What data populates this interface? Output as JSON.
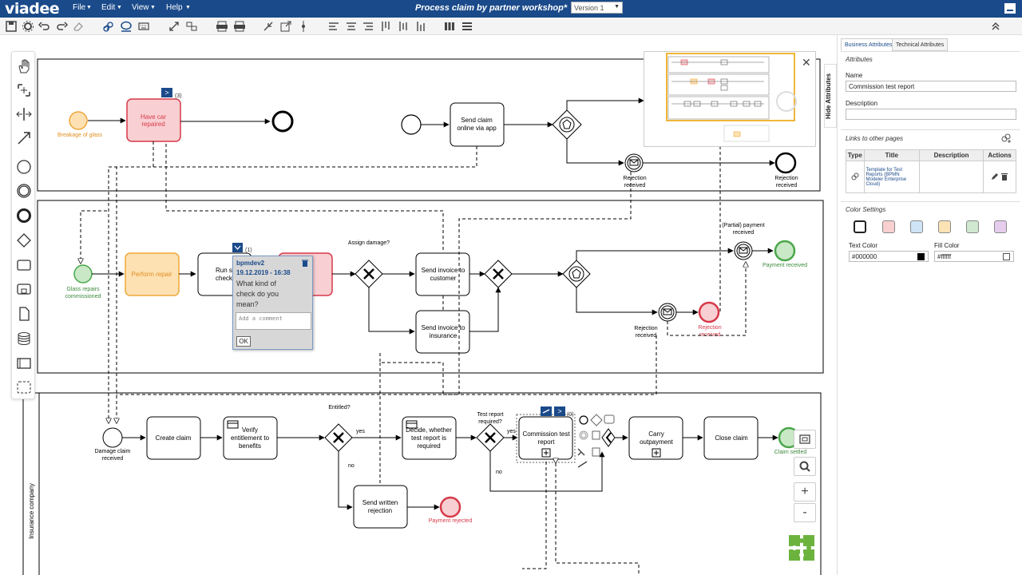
{
  "app": {
    "logo": "viadee",
    "title": "Process claim by partner workshop*",
    "version": "Version 1",
    "menu": [
      "File",
      "Edit",
      "View",
      "Help"
    ]
  },
  "toolbar_icons": [
    "save-icon",
    "settings-icon",
    "undo-icon",
    "redo-icon",
    "erase-icon",
    "link-icon",
    "comment-icon",
    "keyboard-icon",
    "fit-icon",
    "layout-icon",
    "print-icon",
    "png-icon",
    "collapse-icon",
    "open-external-icon",
    "distribute-icon",
    "align-left-icon",
    "align-center-icon",
    "align-right-icon",
    "align-top-icon",
    "align-middle-icon",
    "align-bottom-icon",
    "grid-icon",
    "list-icon",
    "chevron-up-icon"
  ],
  "palette_icons": [
    "hand-tool-icon",
    "lasso-tool-icon",
    "space-tool-icon",
    "connect-tool-icon",
    "start-event-icon",
    "intermediate-event-icon",
    "end-event-icon",
    "gateway-icon",
    "task-icon",
    "subprocess-icon",
    "data-object-icon",
    "data-store-icon",
    "pool-icon",
    "group-icon"
  ],
  "diagram": {
    "lane_label": "Insurance company",
    "labels": {
      "breakage": "Breakage of glass",
      "have_car": "Have car repaired",
      "have_car_count": "(3)",
      "send_claim": "Send claim online via app",
      "rejection_received_1": "Rejection received",
      "rejection_received_2": "Rejection received",
      "glass_repairs": "Glass repairs commissioned",
      "perform_repair": "Perform repair",
      "run_checks": "Run som checks",
      "run_checks_count": "(1)",
      "assign_damage": "Assign damage?",
      "invoice_customer": "Send invoice to customer",
      "invoice_insurance": "Send invoice to insurance",
      "partial_payment": "(Partial) payment received",
      "payment_received": "Payment received",
      "rejection_received_3": "Rejection received",
      "rejection_received_red": "Rejection received",
      "damage_claim": "Damage claim received",
      "create_claim": "Create claim",
      "verify": "Verify entitlement to benefits",
      "entitled": "Entitled?",
      "yes_1": "yes",
      "no_1": "no",
      "decide": "Decide, whether test report is required",
      "test_required": "Test report required?",
      "yes_2": "yes",
      "no_2": "no",
      "commission": "Commission test report",
      "commission_count": "(0)",
      "carry_out": "Carry outpayment",
      "close_claim": "Close claim",
      "claim_settled": "Claim settled",
      "written_rejection": "Send written rejection",
      "payment_rejected": "Payment rejected"
    }
  },
  "comment": {
    "user": "bpmdev2",
    "time": "19.12.2019 - 16:38",
    "text": "What kind of check do you mean?",
    "placeholder": "Add a comment",
    "ok": "OK"
  },
  "panel": {
    "tab_business": "Business Attributes",
    "tab_technical": "Technical Attributes",
    "hide": "Hide Attributes",
    "attributes_title": "Attributes",
    "name_label": "Name",
    "name_value": "Commission test report",
    "description_label": "Description",
    "description_value": "",
    "links_title": "Links to other pages",
    "links_headers": [
      "Type",
      "Title",
      "Description",
      "Actions"
    ],
    "links_row_title": "Template for Test Reports (BPMN Modeler Enterprise Cloud)",
    "links_row_description": "",
    "color_title": "Color Settings",
    "text_color_label": "Text Color",
    "text_color_value": "#000000",
    "fill_color_label": "Fill Color",
    "fill_color_value": "#ffffff",
    "swatches": [
      "#ffffff",
      "#f8d0d0",
      "#cfe4f7",
      "#fce3b5",
      "#cfe8cf",
      "#e6cdee"
    ]
  },
  "colors": {
    "menubar": "#1a4a8a",
    "red_fill": "#f8cfd2",
    "red_stroke": "#d63a49",
    "orange_fill": "#fde1b3",
    "orange_stroke": "#f0a73a",
    "green_fill": "#c9e8c6",
    "green_stroke": "#4aa74a"
  }
}
